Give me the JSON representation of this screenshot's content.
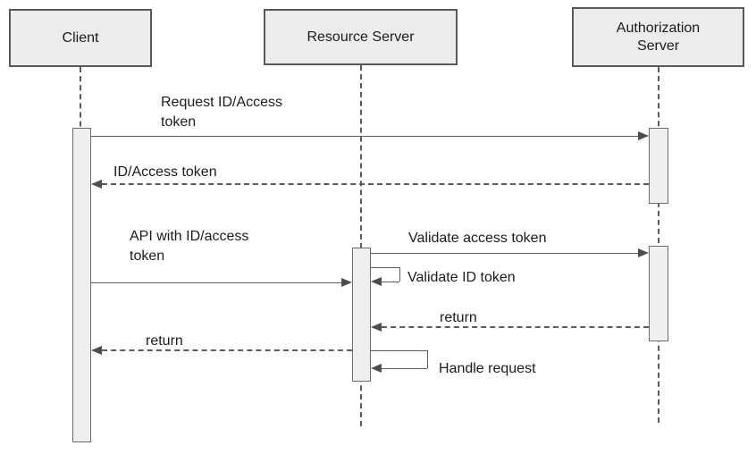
{
  "diagram": {
    "type": "uml-sequence",
    "actors": [
      {
        "id": "client",
        "label": "Client"
      },
      {
        "id": "resource-server",
        "label": "Resource Server"
      },
      {
        "id": "authorization-server",
        "label": "Authorization Server"
      }
    ],
    "messages": [
      {
        "label": "Request ID/Access token",
        "from": "Client",
        "to": "Authorization Server",
        "line": "solid"
      },
      {
        "label": "ID/Access token",
        "from": "Authorization Server",
        "to": "Client",
        "line": "dashed"
      },
      {
        "label": "API with ID/access token",
        "from": "Client",
        "to": "Resource Server",
        "line": "solid"
      },
      {
        "label": "Validate access token",
        "from": "Resource Server",
        "to": "Authorization Server",
        "line": "solid"
      },
      {
        "label": "Validate ID token",
        "from": "Resource Server",
        "to": "Resource Server",
        "line": "self"
      },
      {
        "label": "return",
        "from": "Authorization Server",
        "to": "Resource Server",
        "line": "dashed"
      },
      {
        "label": "return",
        "from": "Resource Server",
        "to": "Client",
        "line": "dashed"
      },
      {
        "label": "Handle request",
        "from": "Resource Server",
        "to": "Resource Server",
        "line": "self"
      }
    ],
    "colors": {
      "background": "#ffffff",
      "box_fill": "#ececec",
      "box_border": "#595959",
      "activation_fill": "#efefef",
      "line": "#5c5c5c",
      "arrowhead": "#4d4d4d",
      "text": "#1c1c1c"
    }
  }
}
